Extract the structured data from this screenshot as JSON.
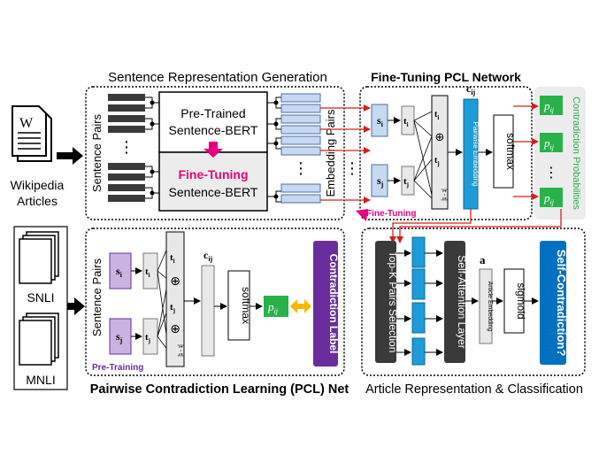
{
  "sections": {
    "sentence_rep": "Sentence Representation Generation",
    "fine_tuning_pcl": "Fine-Tuning PCL Network",
    "pcl_net_prefix": "Pairwise Contradiction Learning (",
    "pcl_net_bold": "PCL",
    "pcl_net_suffix": ") Net",
    "article_rep": "Article Representation & Classification"
  },
  "inputs": {
    "wikipedia": [
      "Wikipedia",
      "Articles"
    ],
    "snli": "SNLI",
    "mnli": "MNLI",
    "doc_glyph": "W"
  },
  "labels": {
    "sentence_pairs": "Sentence Pairs",
    "embedding_pairs": "Embedding Pairs",
    "pretrained_line1": "Pre-Trained",
    "pretrained_line2": "Sentence-BERT",
    "finetuning_line1": "Fine-Tuning",
    "finetuning_line2": "Sentence-BERT",
    "ellipsis": "⋮",
    "softmax": "softmax",
    "sigmoid": "sigmoid",
    "pairwise_embedding": "Pairwise Embedding",
    "fine_tuning_tag": "Fine-Tuning",
    "pre_training_tag": "Pre-Training",
    "contradiction_probabilities": "Contradiction Probabilities",
    "contradiction_label": "Contradiction Label",
    "topk_pairs": "Top-K Pairs Selection",
    "self_attention": "Self-Attention Layer",
    "article_embedding": "Article Embedding",
    "self_contradiction": "Self-Contradiction?",
    "oplus": "⊕",
    "si": "s",
    "sj": "s",
    "ti": "t",
    "tj": "t",
    "sub_i": "i",
    "sub_j": "j",
    "cij": "c",
    "sub_ij": "ij",
    "pij": "p",
    "a": "a",
    "absdiff": "|t - t|"
  },
  "colors": {
    "dark_block": "#3a3a3a",
    "light_blue": "#c5d9f1",
    "blue": "#1f9bd7",
    "green": "#29b14a",
    "purple": "#6a2d9e",
    "lavender": "#c9b3e0",
    "pink": "#e6007e",
    "orange": "#f5b800",
    "navy_blue": "#0070c0",
    "gray_box": "#e8e8e8",
    "panel_bg": "#ececec",
    "red_arrow": "#d0201f"
  }
}
